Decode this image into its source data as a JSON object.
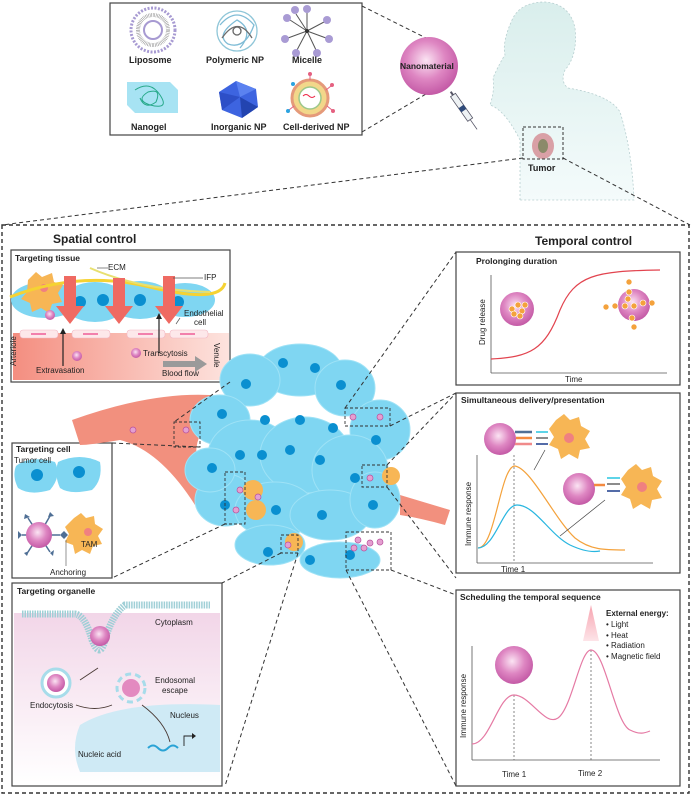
{
  "nanoparticle_types": [
    {
      "name": "Liposome",
      "icon": "liposome-icon"
    },
    {
      "name": "Polymeric NP",
      "icon": "polymeric-np-icon"
    },
    {
      "name": "Micelle",
      "icon": "micelle-icon"
    },
    {
      "name": "Nanogel",
      "icon": "nanogel-icon"
    },
    {
      "name": "Inorganic NP",
      "icon": "inorganic-np-icon"
    },
    {
      "name": "Cell-derived NP",
      "icon": "cell-derived-np-icon"
    }
  ],
  "body": {
    "nanomaterial_label": "Nanomaterial",
    "tumor_label": "Tumor"
  },
  "spatial": {
    "title": "Spatial control",
    "tissue": {
      "title": "Targeting tissue",
      "labels": {
        "ecm": "ECM",
        "ifp": "IFP",
        "endothelial": "Endothelial",
        "cell": "cell",
        "arteriole": "Arteriole",
        "venule": "Venule",
        "extravasation": "Extravasation",
        "transcytosis": "Transcytosis",
        "blood_flow": "Blood flow"
      }
    },
    "cell": {
      "title": "Targeting cell",
      "tumor_cell": "Tumor cell",
      "tam": "TAM",
      "anchoring": "Anchoring"
    },
    "organelle": {
      "title": "Targeting organelle",
      "cytoplasm": "Cytoplasm",
      "endosomal": "Endosomal",
      "escape": "escape",
      "endocytosis": "Endocytosis",
      "nucleus": "Nucleus",
      "nucleic_acid": "Nucleic acid"
    }
  },
  "temporal": {
    "title": "Temporal control",
    "prolonging": {
      "title": "Prolonging duration",
      "ylabel": "Drug release",
      "xlabel": "Time"
    },
    "simultaneous": {
      "title": "Simultaneous delivery/presentation",
      "ylabel": "Immune response",
      "xlabel": "Time 1"
    },
    "scheduling": {
      "title": "Scheduling the temporal sequence",
      "ylabel": "Immune response",
      "time1": "Time 1",
      "time2": "Time 2",
      "energy_title": "External energy:",
      "energy_items": [
        "Light",
        "Heat",
        "Radiation",
        "Magnetic field"
      ]
    }
  },
  "colors": {
    "nanoparticle": "#d676b8",
    "tumor_cell": "#7fd6f2",
    "nucleus": "#0a8fd0",
    "tam": "#f7b655",
    "vessel": "#f2907e",
    "curve_red": "#e2444f",
    "curve_orange": "#f4a23c",
    "curve_blue": "#28b6e0",
    "curve_pink": "#e57aa4"
  }
}
